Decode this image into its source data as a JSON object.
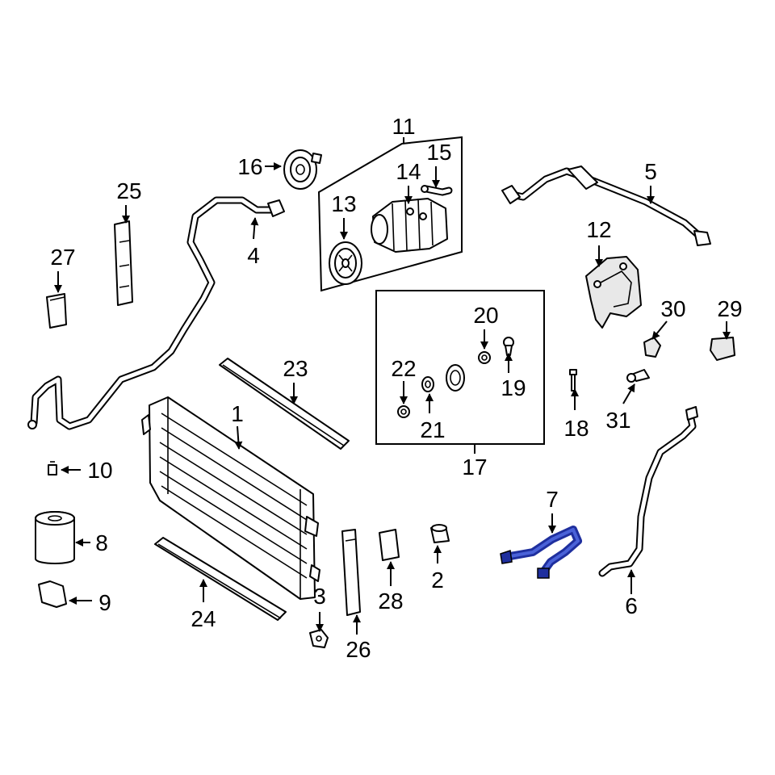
{
  "callouts": {
    "c1": "1",
    "c2": "2",
    "c3": "3",
    "c4": "4",
    "c5": "5",
    "c6": "6",
    "c7": "7",
    "c8": "8",
    "c9": "9",
    "c10": "10",
    "c11": "11",
    "c12": "12",
    "c13": "13",
    "c14": "14",
    "c15": "15",
    "c16": "16",
    "c17": "17",
    "c18": "18",
    "c19": "19",
    "c20": "20",
    "c21": "21",
    "c22": "22",
    "c23": "23",
    "c24": "24",
    "c25": "25",
    "c26": "26",
    "c27": "27",
    "c28": "28",
    "c29": "29",
    "c30": "30",
    "c31": "31"
  },
  "colors": {
    "line": "#000000",
    "background": "#ffffff",
    "highlight": "#1f2f9e"
  }
}
